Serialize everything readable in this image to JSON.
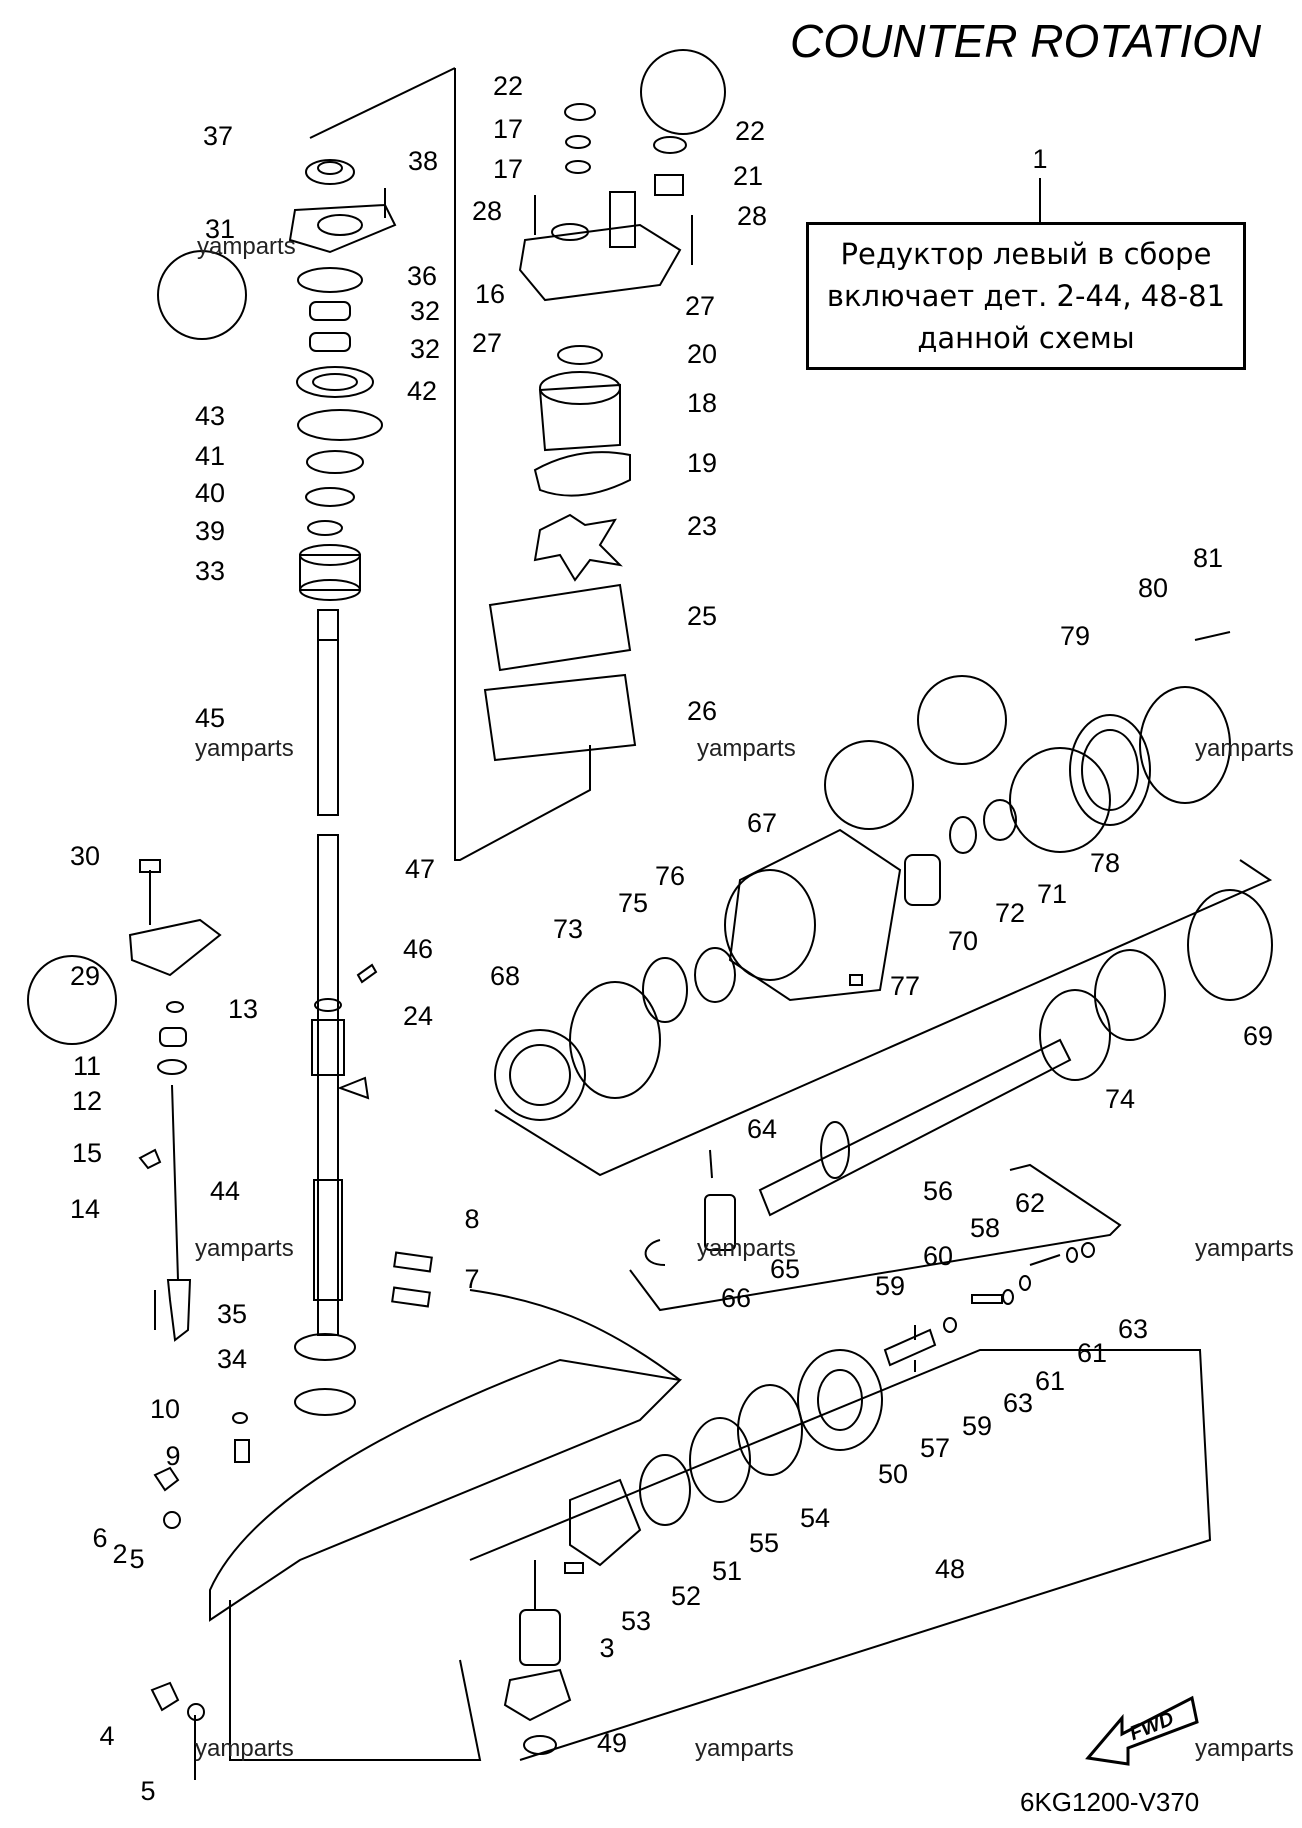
{
  "title": "COUNTER ROTATION",
  "note": {
    "line1": "Редуктор левый в сборе",
    "line2": "включает дет. 2-44, 48-81",
    "line3": "данной схемы"
  },
  "diagram_code": "6KG1200-V370",
  "fwd_label": "FWD",
  "watermark": "yamparts",
  "part_labels": {
    "p1": "1",
    "p2": "2",
    "p3": "3",
    "p4": "4",
    "p5a": "5",
    "p5b": "5",
    "p6": "6",
    "p7": "7",
    "p8": "8",
    "p9": "9",
    "p10": "10",
    "p11": "11",
    "p12": "12",
    "p13": "13",
    "p14": "14",
    "p15": "15",
    "p16": "16",
    "p17a": "17",
    "p17b": "17",
    "p18": "18",
    "p19": "19",
    "p20": "20",
    "p21": "21",
    "p22a": "22",
    "p22b": "22",
    "p23": "23",
    "p24": "24",
    "p25": "25",
    "p26": "26",
    "p27a": "27",
    "p27b": "27",
    "p28a": "28",
    "p28b": "28",
    "p29": "29",
    "p30": "30",
    "p31": "31",
    "p32a": "32",
    "p32b": "32",
    "p33": "33",
    "p34": "34",
    "p35": "35",
    "p36": "36",
    "p37": "37",
    "p38": "38",
    "p39": "39",
    "p40": "40",
    "p41": "41",
    "p42": "42",
    "p43": "43",
    "p44": "44",
    "p45": "45",
    "p46": "46",
    "p47": "47",
    "p48": "48",
    "p49": "49",
    "p50": "50",
    "p51": "51",
    "p52": "52",
    "p53": "53",
    "p54": "54",
    "p55": "55",
    "p56": "56",
    "p57": "57",
    "p58": "58",
    "p59a": "59",
    "p59b": "59",
    "p60": "60",
    "p61a": "61",
    "p61b": "61",
    "p62": "62",
    "p63a": "63",
    "p63b": "63",
    "p64": "64",
    "p65": "65",
    "p66": "66",
    "p67": "67",
    "p68": "68",
    "p69": "69",
    "p70": "70",
    "p71": "71",
    "p72": "72",
    "p73": "73",
    "p74": "74",
    "p75": "75",
    "p76": "76",
    "p77": "77",
    "p78": "78",
    "p79": "79",
    "p80": "80",
    "p81": "81"
  }
}
